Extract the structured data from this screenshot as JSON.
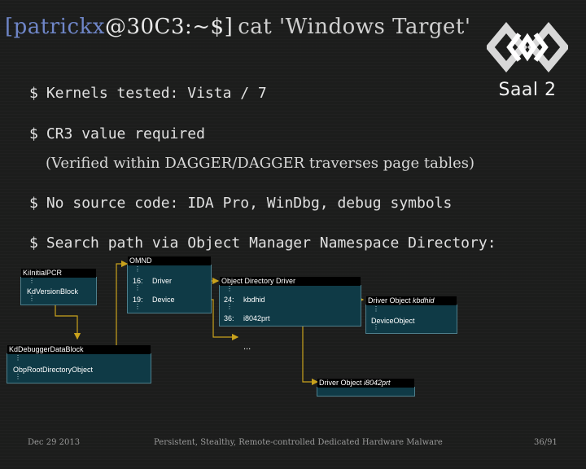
{
  "title": {
    "prompt": "[patrickx",
    "host": "@30C3:~$]",
    "command": "cat 'Windows Target'"
  },
  "logo": {
    "label": "Saal 2",
    "icon": "30c3-logo-icon"
  },
  "bullets": [
    {
      "symbol": "$",
      "text": "Kernels tested: Vista / 7"
    },
    {
      "symbol": "$",
      "text": "CR3 value required",
      "sub": "(Verified within DAGGER/DAGGER traverses page tables)"
    },
    {
      "symbol": "$",
      "text": "No source code: IDA Pro, WinDbg, debug symbols"
    },
    {
      "symbol": "$",
      "text": "Search path via Object Manager Namespace Directory:"
    }
  ],
  "diagram": {
    "kpcr": {
      "header": "KiInitialPCR",
      "field": "KdVersionBlock"
    },
    "kddebugger": {
      "header": "KdDebuggerDataBlock",
      "field": "ObpRootDirectoryObject"
    },
    "omnd": {
      "header": "OMND",
      "rows": [
        {
          "index": "16:",
          "name": "Driver"
        },
        {
          "index": "19:",
          "name": "Device"
        }
      ]
    },
    "objdir": {
      "header": "Object Directory Driver",
      "rows": [
        {
          "index": "24:",
          "name": "kbdhid"
        },
        {
          "index": "36:",
          "name": "i8042prt"
        }
      ]
    },
    "kbdhid": {
      "header_prefix": "Driver Object ",
      "header_name": "kbdhid",
      "field": "DeviceObject"
    },
    "i8042prt": {
      "header_prefix": "Driver Object ",
      "header_name": "i8042prt"
    },
    "ellipsis": "..."
  },
  "footer": {
    "date": "Dec 29  2013",
    "center": "Persistent, Stealthy, Remote-controlled Dedicated Hardware Malware",
    "page": "36/91"
  },
  "colors": {
    "arrow": "#c9a21c",
    "box": "#0f3a46",
    "prompt": "#6f86c8"
  }
}
